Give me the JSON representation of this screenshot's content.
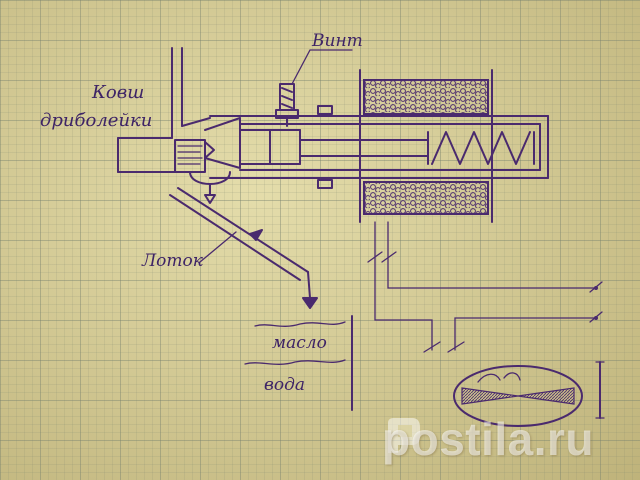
{
  "labels": {
    "vint": "Винт",
    "kovsh_line1": "Ковш",
    "kovsh_line2": "дриболейки",
    "lotok": "Лоток",
    "maslo": "масло",
    "voda": "вода"
  },
  "watermark": {
    "text": "postila.ru"
  },
  "colors": {
    "ink": "#4a2a6e",
    "paper": "#d6cd96",
    "grid": "#7a826e"
  }
}
